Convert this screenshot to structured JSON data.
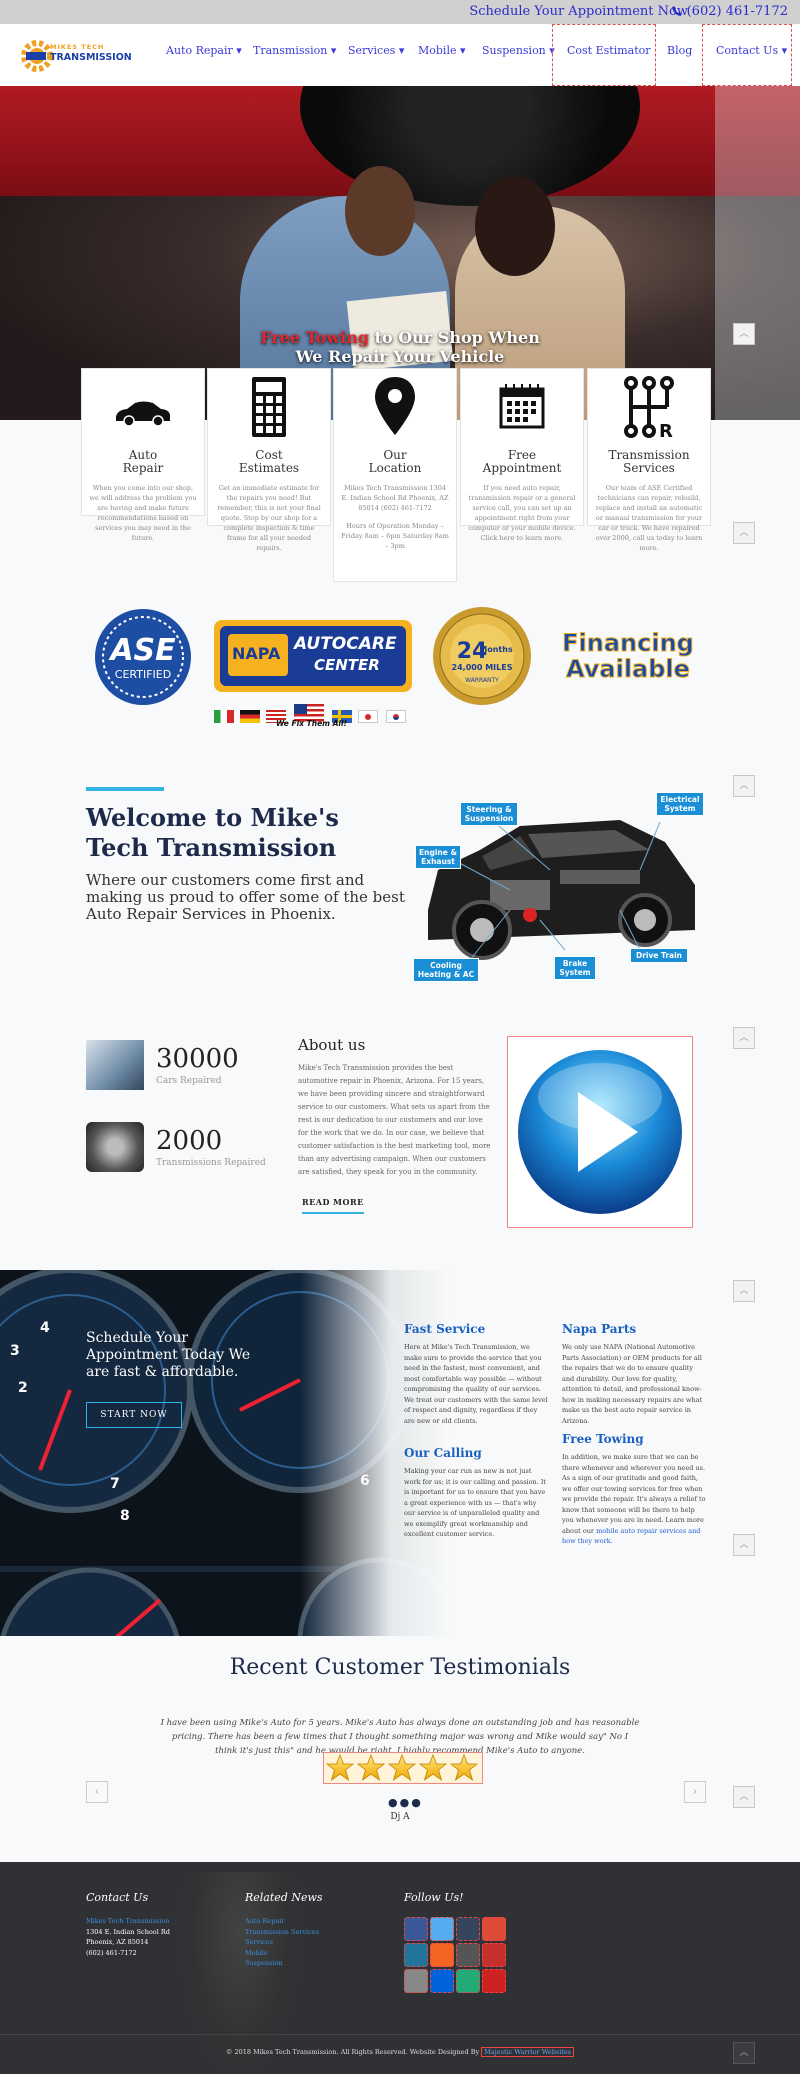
{
  "topbar": {
    "schedule": "Schedule Your Appointment Now",
    "phone": "(602) 461-7172"
  },
  "header": {
    "brand_line1": "MIKES TECH",
    "brand_line2": "TRANSMISSION",
    "nav": [
      {
        "label": "Auto Repair ▾"
      },
      {
        "label": "Transmission ▾"
      },
      {
        "label": "Services ▾"
      },
      {
        "label": "Mobile ▾"
      },
      {
        "label": "Suspension ▾"
      },
      {
        "label": "Cost Estimator"
      },
      {
        "label": "Blog"
      },
      {
        "label": "Contact Us ▾"
      }
    ]
  },
  "hero": {
    "caption_red": "Free Towing",
    "caption_rest": " to Our Shop When",
    "caption_line2": "We Repair Your Vehicle"
  },
  "cards": [
    {
      "title1": "Auto",
      "title2": "Repair",
      "desc": "When you come into our shop, we will address the problem you are having and make future recommendations based on services you may need in the future."
    },
    {
      "title1": "Cost",
      "title2": "Estimates",
      "desc": "Get an immediate estimate for the repairs you need! But remember, this is not your final quote. Stop by our shop for a complete inspection & time frame for all your needed repairs."
    },
    {
      "title1": "Our",
      "title2": "Location",
      "desc": "Mikes Tech Transmission 1304 E. Indian School Rd Phoenix, AZ 85014 (602) 461-7172",
      "hours": "Hours of Operation Monday – Friday 8am – 6pm Saturday 8am – 3pm"
    },
    {
      "title1": "Free",
      "title2": "Appointment",
      "desc": "If you need auto repair, transmission repair or a general service call, you can set up an appointment right from your computer or your mobile device. Click here to learn more."
    },
    {
      "title1": "Transmission",
      "title2": "Services",
      "desc": "Our team of ASE Certified technicians can repair, rebuild, replace and install an automatic or manual transmission for your car or truck. We have repaired over 2000, call us today to learn more."
    }
  ],
  "badges": {
    "ase_line1": "ASE",
    "ase_line2": "CERTIFIED",
    "napa": "NAPA",
    "autocare1": "AUTOCARE",
    "autocare2": "CENTER",
    "we_fix": "We Fix Them All!",
    "warranty_top": "24",
    "warranty_mid": "Months",
    "warranty_bot": "24,000 MILES",
    "warranty_word": "WARRANTY",
    "financing1": "Financing",
    "financing2": "Available"
  },
  "welcome": {
    "title": "Welcome to Mike's Tech Transmission",
    "subtitle": "Where our customers come first and making us proud to offer some of the best Auto Repair Services in Phoenix."
  },
  "diagram_labels": {
    "steering": "Steering & Suspension",
    "electrical": "Electrical System",
    "engine": "Engine & Exhaust",
    "cooling": "Cooling Heating & AC",
    "brake": "Brake System",
    "drive": "Drive Train"
  },
  "stats": [
    {
      "num": "30000",
      "label": "Cars Repaired"
    },
    {
      "num": "2000",
      "label": "Transmissions Repaired"
    }
  ],
  "about": {
    "title": "About us",
    "text": "Mike's Tech Transmission provides the best automotive repair in Phoenix, Arizona. For 15 years, we have been providing sincere and straightforward service to our customers. What sets us apart from the rest is our dedication to our customers and our love for the work that we do. In our case, we believe that customer satisfaction is the best marketing tool, more than any advertising campaign. When our customers are satisfied, they speak for you in the community.",
    "read_more": "READ MORE"
  },
  "dash": {
    "headline": "Schedule Your Appointment Today We are fast & affordable.",
    "button": "START NOW",
    "fast_title": "Fast Service",
    "fast_text": "Here at Mike's Tech Transmission, we make sure to provide the service that you need in the fastest, most convenient, and most comfortable way possible — without compromising the quality of our services. We treat our customers with the same level of respect and dignity, regardless if they are new or old clients.",
    "calling_title": "Our Calling",
    "calling_text": "Making your car run as new is not just work for us; it is our calling and passion. It is important for us to ensure that you have a great experience with us — that's why our service is of unparalleled quality and we exemplify great workmanship and excellent customer service.",
    "napa_title": "Napa Parts",
    "napa_text": "We only use NAPA (National Automotive Parts Association) or OEM products for all the repairs that we do to ensure quality and durability. Our love for quality, attention to detail, and professional know-how in making necessary repairs are what make us the best auto repair service in Arizona.",
    "towing_title": "Free Towing",
    "towing_text": "In addition, we make sure that we can be there whenever and wherever you need us. As a sign of our gratitude and good faith, we offer our towing services for free when we provide the repair. It's always a relief to know that someone will be there to help you whenever you are in need. Learn more about our",
    "towing_link": "mobile auto repair services and how they work."
  },
  "testimonials": {
    "title": "Recent Customer Testimonials",
    "quote": "I have been using Mike's Auto for 5 years. Mike's Auto has always done an outstanding job and has reasonable pricing. There has been a few times that I thought something major was wrong and Mike would say\" No I think it's just this\" and he would be right. I highly recommend Mike's Auto to anyone.",
    "rating": 5,
    "author": "Dj A",
    "prev": "‹",
    "next": "›"
  },
  "footer": {
    "contact_title": "Contact Us",
    "contact_name": "Mikes Tech Transmission",
    "contact_addr1": "1304 E. Indian School Rd",
    "contact_addr2": "Phoenix, AZ 85014",
    "contact_phone": "(602) 461-7172",
    "news_title": "Related News",
    "news": [
      "Auto Repair",
      "Transmission Services",
      "Services",
      "Mobile",
      "Suspension"
    ],
    "follow_title": "Follow Us!",
    "copyright": "© 2018 Mikes Tech Transmission. All Rights Reserved. Website Designed By",
    "designer": "Majestic Warrior Websites"
  },
  "colors": {
    "accent": "#31b4e0",
    "nav": "#3a3ad6",
    "heading": "#1d2a4a",
    "footer": "#2f3134"
  }
}
